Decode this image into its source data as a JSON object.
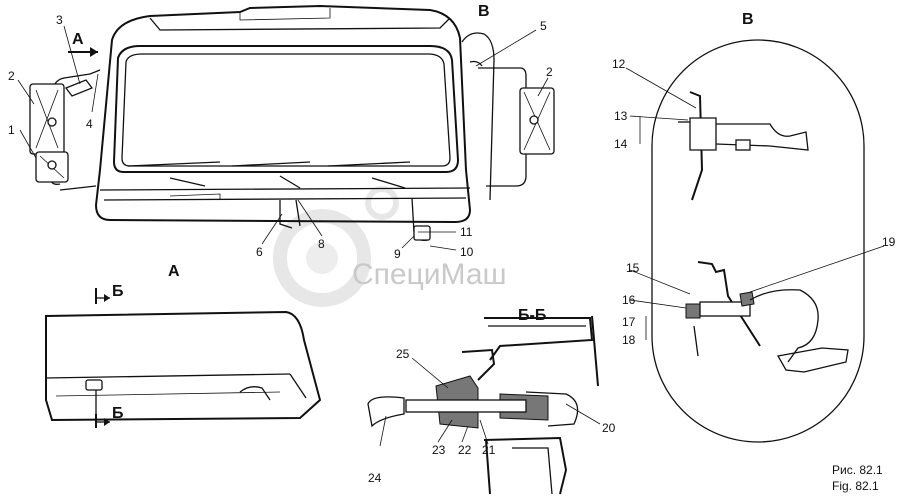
{
  "views": {
    "a": "А",
    "v": "В",
    "bb": "Б-Б",
    "b": "Б"
  },
  "callouts": [
    "1",
    "2",
    "3",
    "4",
    "5",
    "6",
    "8",
    "9",
    "10",
    "11",
    "2",
    "12",
    "13",
    "14",
    "15",
    "16",
    "17",
    "18",
    "19",
    "20",
    "21",
    "22",
    "23",
    "24",
    "25"
  ],
  "watermark": "СпециМаш",
  "caption": {
    "ru": "Рис. 82.1",
    "en": "Fig. 82.1"
  }
}
